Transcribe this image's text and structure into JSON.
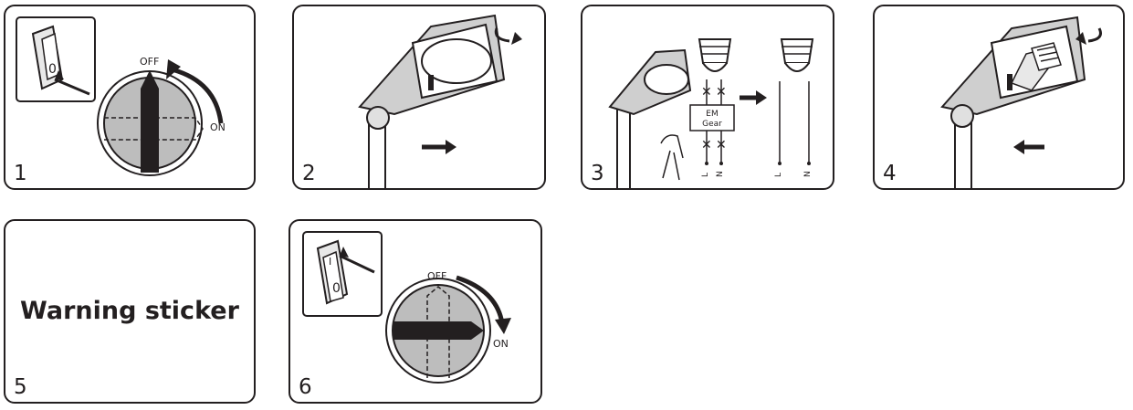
{
  "panels": [
    {
      "number": "1",
      "off_label": "OFF",
      "on_label": "ON"
    },
    {
      "number": "2"
    },
    {
      "number": "3",
      "gear_line1": "EM",
      "gear_line2": "Gear",
      "wire_l": "L",
      "wire_n": "N",
      "wire_l2": "L",
      "wire_n2": "N"
    },
    {
      "number": "4"
    },
    {
      "number": "5",
      "text": "Warning sticker"
    },
    {
      "number": "6",
      "off_label": "OFF",
      "on_label": "ON"
    }
  ]
}
